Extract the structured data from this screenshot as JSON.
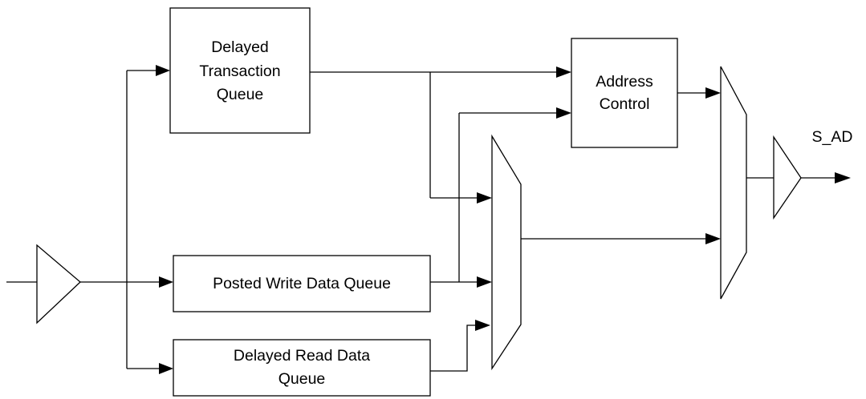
{
  "diagram": {
    "blocks": {
      "delayed_transaction_queue": {
        "line1": "Delayed",
        "line2": "Transaction",
        "line3": "Queue"
      },
      "address_control": {
        "line1": "Address",
        "line2": "Control"
      },
      "posted_write_data_queue": {
        "line1": "Posted Write Data Queue"
      },
      "delayed_read_data_queue": {
        "line1": "Delayed Read Data",
        "line2": "Queue"
      }
    },
    "output_signal": "S_AD"
  }
}
